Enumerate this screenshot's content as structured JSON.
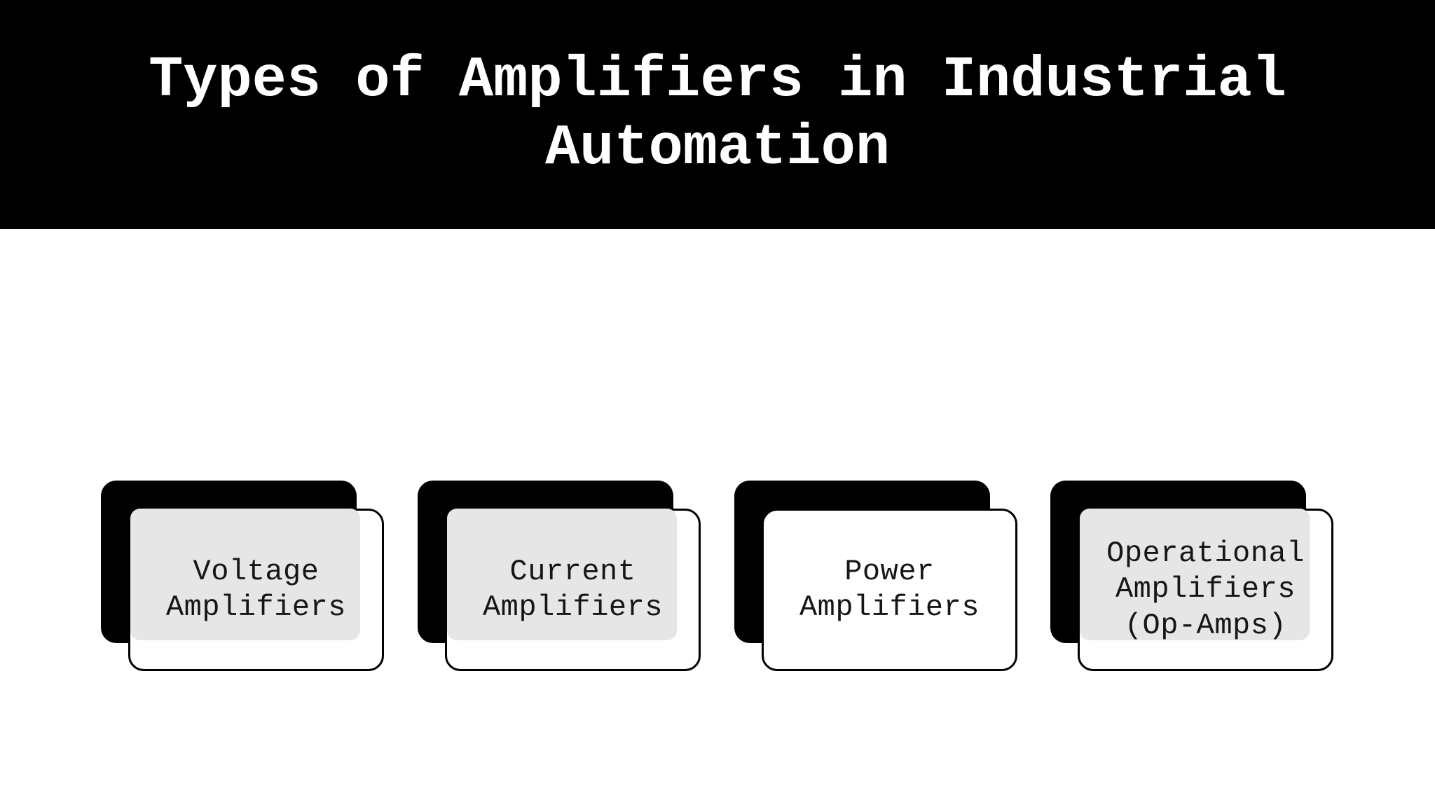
{
  "slide": {
    "background_color": "#ffffff",
    "header": {
      "background_color": "#000000",
      "text_color": "#ffffff",
      "title": "Types of Amplifiers in Industrial\nAutomation"
    },
    "cards": [
      {
        "label": "Voltage\nAmplifiers",
        "has_panel": true,
        "back_color": "#000000",
        "front_color": "#ffffff",
        "panel_color": "#e6e6e6",
        "text_color": "#161616"
      },
      {
        "label": "Current\nAmplifiers",
        "has_panel": true,
        "back_color": "#000000",
        "front_color": "#ffffff",
        "panel_color": "#e6e6e6",
        "text_color": "#161616"
      },
      {
        "label": "Power\nAmplifiers",
        "has_panel": false,
        "back_color": "#000000",
        "front_color": "#ffffff",
        "panel_color": "#e6e6e6",
        "text_color": "#161616"
      },
      {
        "label": "Operational\nAmplifiers\n(Op-Amps)",
        "has_panel": true,
        "back_color": "#000000",
        "front_color": "#ffffff",
        "panel_color": "#e6e6e6",
        "text_color": "#161616"
      }
    ]
  }
}
